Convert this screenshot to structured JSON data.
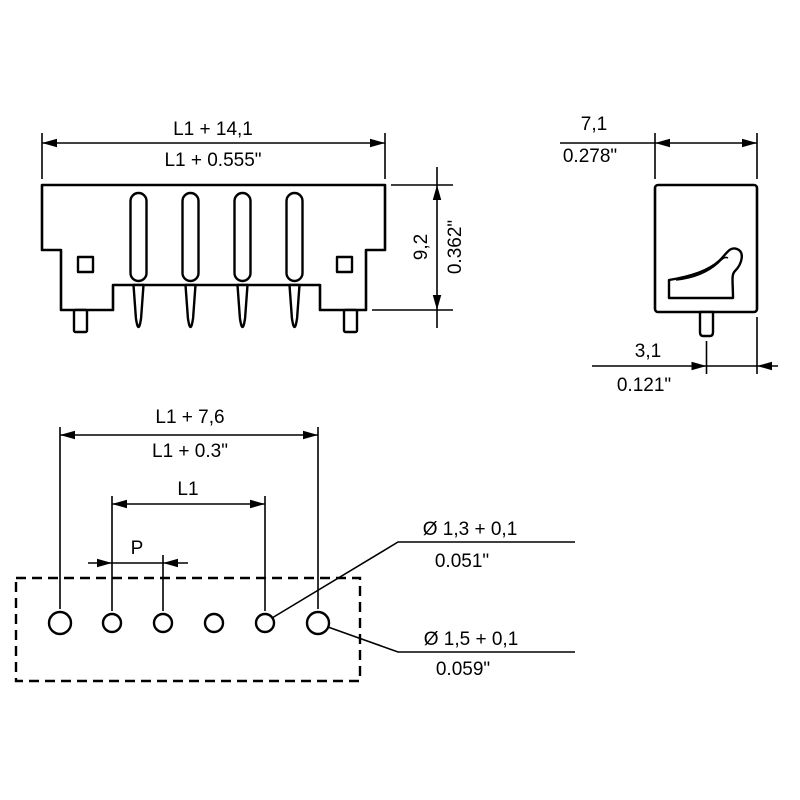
{
  "drawing": {
    "front_view": {
      "width": {
        "metric": "L1 + 14,1",
        "imperial": "L1 + 0.555\""
      },
      "height": {
        "metric": "9,2",
        "imperial": "0.362\""
      }
    },
    "side_view": {
      "width": {
        "metric": "7,1",
        "imperial": "0.278\""
      },
      "pin_offset": {
        "metric": "3,1",
        "imperial": "0.121\""
      }
    },
    "footprint_view": {
      "overall_width": {
        "metric": "L1 + 7,6",
        "imperial": "L1 + 0.3\""
      },
      "inner_width": {
        "label": "L1"
      },
      "pitch": {
        "label": "P"
      },
      "hole_small": {
        "metric": "Ø 1,3 + 0,1",
        "imperial": "0.051\""
      },
      "hole_large": {
        "metric": "Ø 1,5 + 0,1",
        "imperial": "0.059\""
      }
    },
    "colors": {
      "line": "#000000",
      "background": "#ffffff"
    }
  }
}
